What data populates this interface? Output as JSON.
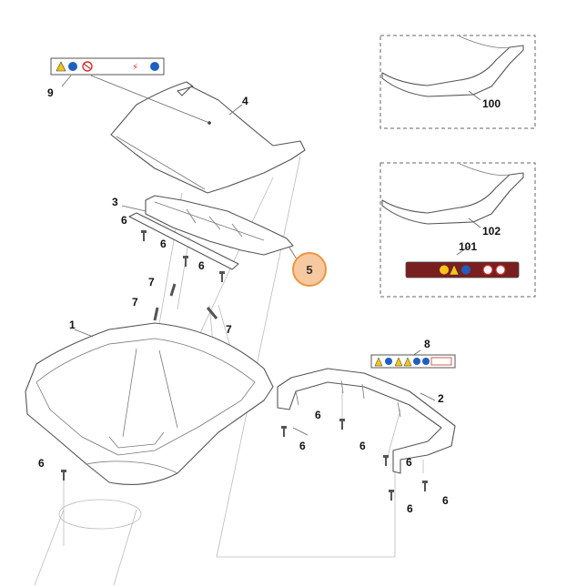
{
  "diagram": {
    "callouts": {
      "c1": "1",
      "c2": "2",
      "c3": "3",
      "c4": "4",
      "c5": "5",
      "c6a": "6",
      "c6b": "6",
      "c6c": "6",
      "c6d": "6",
      "c6e": "6",
      "c6f": "6",
      "c6g": "6",
      "c6h": "6",
      "c6i": "6",
      "c6j": "6",
      "c7a": "7",
      "c7b": "7",
      "c7c": "7",
      "c8": "8",
      "c9": "9",
      "c100": "100",
      "c101": "101",
      "c102": "102"
    },
    "highlighted_callout": "5",
    "colors": {
      "highlight_fill": "#f7c9a0",
      "highlight_stroke": "#f0933f",
      "label_dark_red": "#7a1f1f",
      "warning_yellow": "#f5c518",
      "info_blue": "#1f5fbf",
      "prohibit_red": "#d32f2f"
    },
    "icons": [
      "warning-triangle-icon",
      "read-manual-icon",
      "no-hands-icon",
      "electric-hazard-icon",
      "ear-protection-icon",
      "check-icon",
      "hot-surface-icon"
    ]
  }
}
